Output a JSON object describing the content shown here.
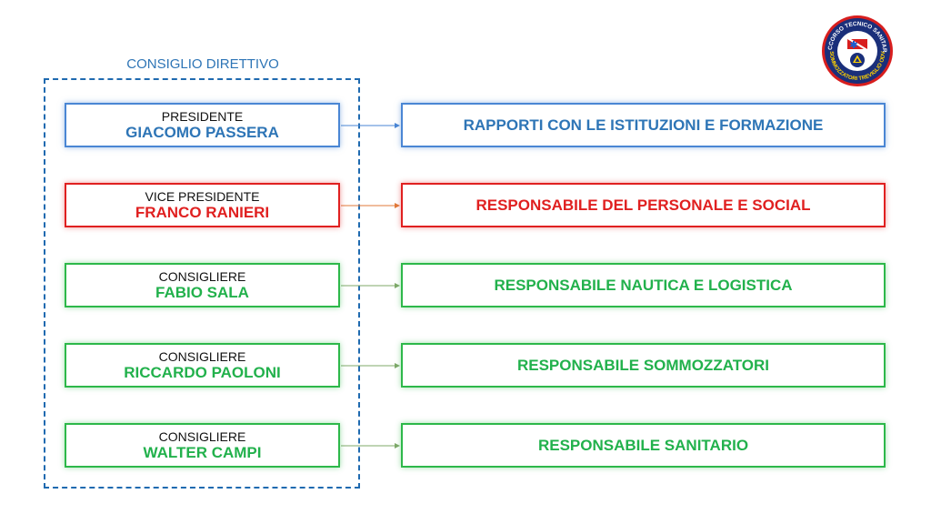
{
  "group": {
    "title": "CONSIGLIO DIRETTIVO"
  },
  "logo": {
    "top_text": "SOCCORSO TECNICO SANITARIO",
    "bottom_text": "SOMMOZZATORI TREVIGLIO ODV",
    "colors": {
      "ring": "#1a2f7a",
      "red": "#d81e1e",
      "white": "#ffffff"
    }
  },
  "members": [
    {
      "role": "PRESIDENTE",
      "name": "GIACOMO PASSERA",
      "responsibility": "RAPPORTI CON LE ISTITUZIONI E FORMAZIONE",
      "color": "#2e75b6"
    },
    {
      "role": "VICE PRESIDENTE",
      "name": "FRANCO RANIERI",
      "responsibility": "RESPONSABILE DEL PERSONALE E SOCIAL",
      "color": "#e02020"
    },
    {
      "role": "CONSIGLIERE",
      "name": "FABIO SALA",
      "responsibility": "RESPONSABILE NAUTICA E LOGISTICA",
      "color": "#22b14c"
    },
    {
      "role": "CONSIGLIERE",
      "name": "RICCARDO PAOLONI",
      "responsibility": "RESPONSABILE SOMMOZZATORI",
      "color": "#22b14c"
    },
    {
      "role": "CONSIGLIERE",
      "name": "WALTER CAMPI",
      "responsibility": "RESPONSABILE SANITARIO",
      "color": "#22b14c"
    }
  ]
}
